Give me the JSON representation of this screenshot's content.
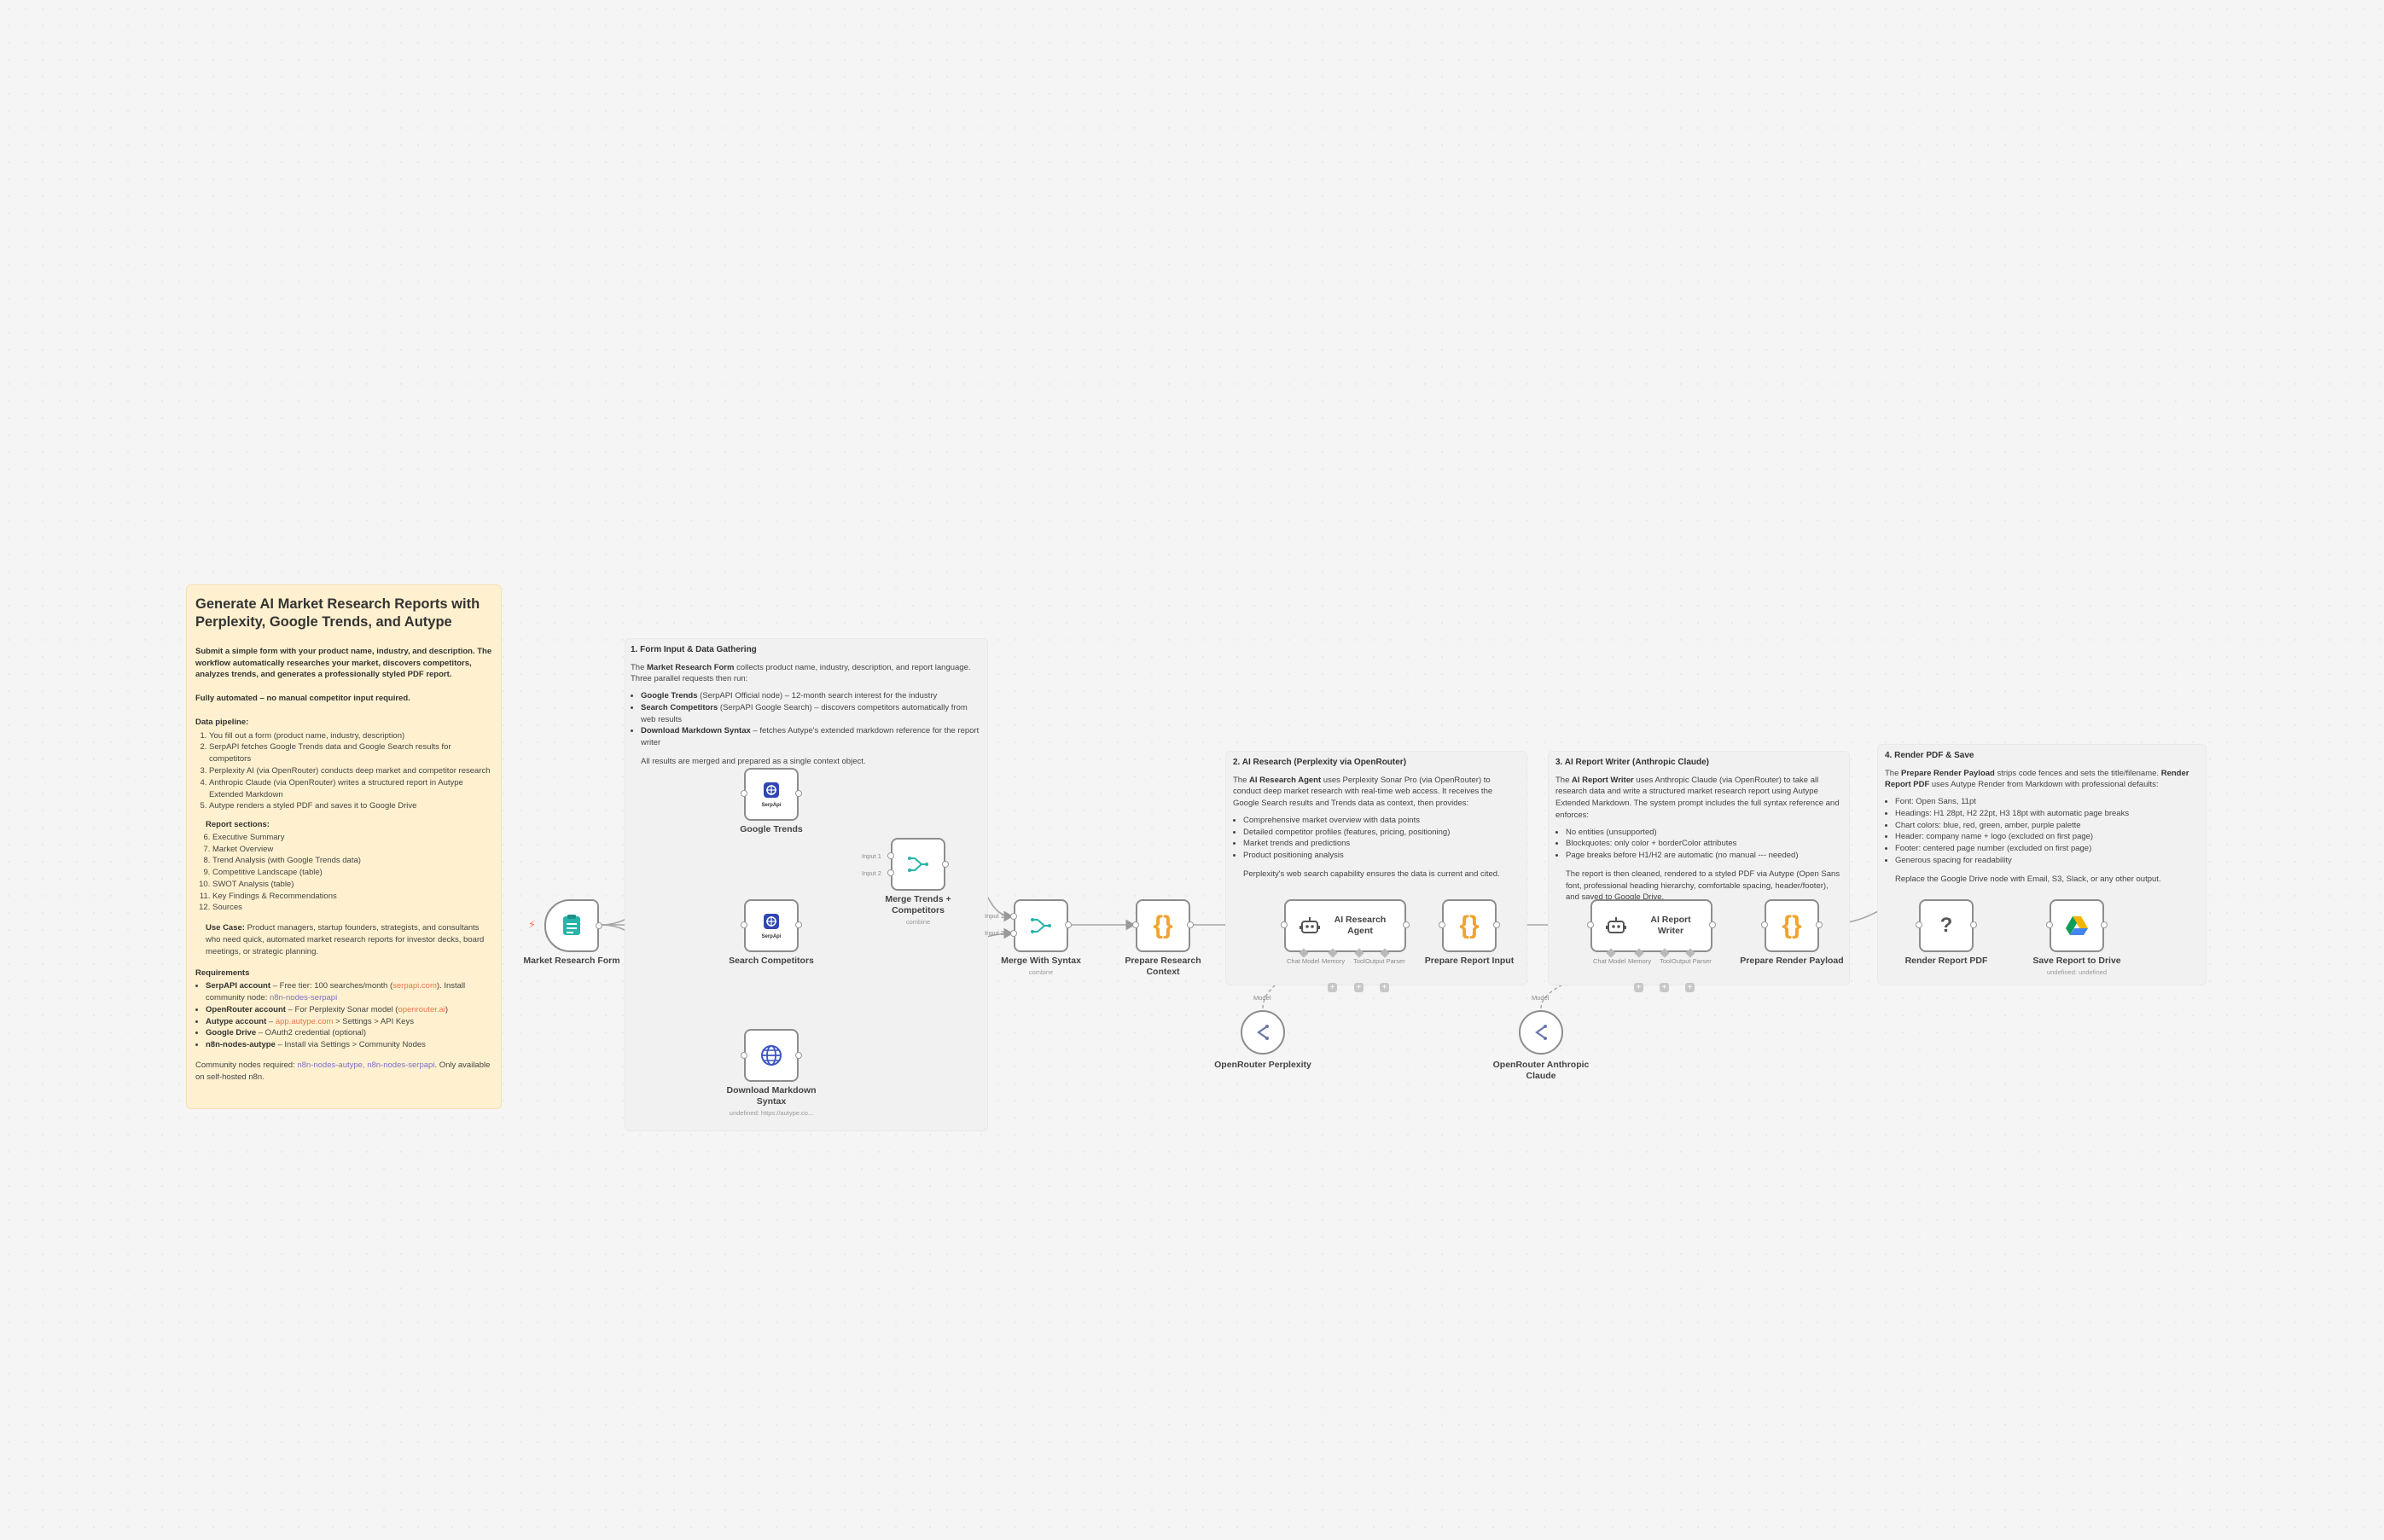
{
  "colors": {
    "accent": "#ff6d5a",
    "teal": "#27b4a9",
    "orange": "#f0a32e",
    "serp_blue": "#3146b5",
    "gray_border": "#8d8d8d"
  },
  "intro": {
    "title": "Generate AI Market Research Reports with Perplexity, Google Trends, and Autype",
    "summary": "Submit a simple form with your product name, industry, and description. The workflow automatically researches your market, discovers competitors, analyzes trends, and generates a professionally styled PDF report.",
    "automated": "Fully automated – no manual competitor input required.",
    "pipeline_heading": "Data pipeline:",
    "pipeline": [
      "You fill out a form (product name, industry, description)",
      "SerpAPI fetches Google Trends data and Google Search results for competitors",
      "Perplexity AI (via OpenRouter) conducts deep market and competitor research",
      "Anthropic Claude (via OpenRouter) writes a structured report in Autype Extended Markdown",
      "Autype renders a styled PDF and saves it to Google Drive"
    ],
    "sections_heading": "Report sections:",
    "sections": [
      "Executive Summary",
      "Market Overview",
      "Trend Analysis (with Google Trends data)",
      "Competitive Landscape (table)",
      "SWOT Analysis (table)",
      "Key Findings & Recommendations",
      "Sources"
    ],
    "use_case_label": "Use Case:",
    "use_case": "Product managers, startup founders, strategists, and consultants who need quick, automated market research reports for investor decks, board meetings, or strategic planning.",
    "requirements_heading": "Requirements",
    "requirements": [
      {
        "name": "SerpAPI account",
        "text": " – Free tier: 100 searches/month (",
        "link": "serpapi.com",
        "after": "). Install community node: ",
        "code": "n8n-nodes-serpapi"
      },
      {
        "name": "OpenRouter account",
        "text": " – For Perplexity Sonar model (",
        "link": "openrouter.ai",
        "after": ")",
        "code": ""
      },
      {
        "name": "Autype account",
        "text": " – ",
        "link": "app.autype.com",
        "after": " > Settings > API Keys",
        "code": ""
      },
      {
        "name": "Google Drive",
        "text": " – OAuth2 credential (optional)",
        "link": "",
        "after": "",
        "code": ""
      },
      {
        "name": "n8n-nodes-autype",
        "text": " – Install via Settings > Community Nodes",
        "link": "",
        "after": "",
        "code": ""
      }
    ],
    "community_prefix": "Community nodes required: ",
    "community_code": "n8n-nodes-autype, n8n-nodes-serpapi",
    "community_suffix": ". Only available on self-hosted n8n."
  },
  "sticky1": {
    "title": "1. Form Input & Data Gathering",
    "p1_pre": "The ",
    "p1_bold": "Market Research Form",
    "p1_post": " collects product name, industry, description, and report language. Three parallel requests then run:",
    "bullets": [
      {
        "b": "Google Trends",
        "t": " (SerpAPI Official node) – 12-month search interest for the industry"
      },
      {
        "b": "Search Competitors",
        "t": " (SerpAPI Google Search) – discovers competitors automatically from web results"
      },
      {
        "b": "Download Markdown Syntax",
        "t": " – fetches Autype's extended markdown reference for the report writer"
      }
    ],
    "footer": "All results are merged and prepared as a single context object."
  },
  "sticky2": {
    "title": "2. AI Research (Perplexity via OpenRouter)",
    "p1_pre": "The ",
    "p1_bold": "AI Research Agent",
    "p1_post": " uses Perplexity Sonar Pro (via OpenRouter) to conduct deep market research with real-time web access. It receives the Google Search results and Trends data as context, then provides:",
    "bullets": [
      "Comprehensive market overview with data points",
      "Detailed competitor profiles (features, pricing, positioning)",
      "Market trends and predictions",
      "Product positioning analysis"
    ],
    "footer": "Perplexity's web search capability ensures the data is current and cited."
  },
  "sticky3": {
    "title": "3. AI Report Writer (Anthropic Claude)",
    "p1_pre": "The ",
    "p1_bold": "AI Report Writer",
    "p1_post": " uses Anthropic Claude (via OpenRouter) to take all research data and write a structured market research report using Autype Extended Markdown. The system prompt includes the full syntax reference and enforces:",
    "bullets": [
      "No   entities (unsupported)",
      "Blockquotes: only color + borderColor attributes",
      "Page breaks before H1/H2 are automatic (no manual --- needed)"
    ],
    "footer": "The report is then cleaned, rendered to a styled PDF via Autype (Open Sans font, professional heading hierarchy, comfortable spacing, header/footer), and saved to Google Drive."
  },
  "sticky4": {
    "title": "4. Render PDF & Save",
    "p1_pre": "The ",
    "p1_bold": "Prepare Render Payload",
    "p1_mid": " strips code fences and sets the title/filename. ",
    "p1_bold2": "Render Report PDF",
    "p1_post": " uses Autype Render from Markdown with professional defaults:",
    "bullets": [
      "Font: Open Sans, 11pt",
      "Headings: H1 28pt, H2 22pt, H3 18pt with automatic page breaks",
      "Chart colors: blue, red, green, amber, purple palette",
      "Header: company name + logo (excluded on first page)",
      "Footer: centered page number (excluded on first page)",
      "Generous spacing for readability"
    ],
    "footer": "Replace the Google Drive node with Email, S3, Slack, or any other output."
  },
  "nodes": {
    "form": {
      "label": "Market Research Form",
      "icon": "form-icon"
    },
    "trends": {
      "label": "Google Trends",
      "icon": "serpapi-icon",
      "badge": "SerpApi"
    },
    "competitors": {
      "label": "Search Competitors",
      "icon": "serpapi-icon",
      "badge": "SerpApi"
    },
    "markdown": {
      "label": "Download Markdown Syntax",
      "sub": "undefined: https://autype.co...",
      "icon": "globe-icon"
    },
    "merge1": {
      "label": "Merge Trends + Competitors",
      "sub": "combine",
      "in1": "Input 1",
      "in2": "Input 2",
      "icon": "merge-icon"
    },
    "merge2": {
      "label": "Merge With Syntax",
      "sub": "combine",
      "in1": "Input 1",
      "in2": "Input 2",
      "icon": "merge-icon"
    },
    "prep_research": {
      "label": "Prepare Research Context",
      "icon": "code-braces-icon"
    },
    "agent1": {
      "label": "AI Research Agent",
      "icon": "robot-icon",
      "p_model": "Chat Model",
      "p_mem": "Memory",
      "p_tool": "Tool",
      "p_parser": "Output Parser"
    },
    "prep_report": {
      "label": "Prepare Report Input",
      "icon": "code-braces-icon"
    },
    "agent2": {
      "label": "AI Report Writer",
      "icon": "robot-icon",
      "p_model": "Chat Model",
      "p_mem": "Memory",
      "p_tool": "Tool",
      "p_parser": "Output Parser"
    },
    "prep_render": {
      "label": "Prepare Render Payload",
      "icon": "code-braces-icon"
    },
    "render": {
      "label": "Render Report PDF",
      "icon": "unknown-icon"
    },
    "drive": {
      "label": "Save Report to Drive",
      "sub": "undefined: undefined",
      "icon": "google-drive-icon"
    },
    "or1": {
      "label": "OpenRouter Perplexity",
      "port": "Model",
      "icon": "openrouter-icon"
    },
    "or2": {
      "label": "OpenRouter Anthropic Claude",
      "port": "Model",
      "icon": "openrouter-icon"
    }
  }
}
